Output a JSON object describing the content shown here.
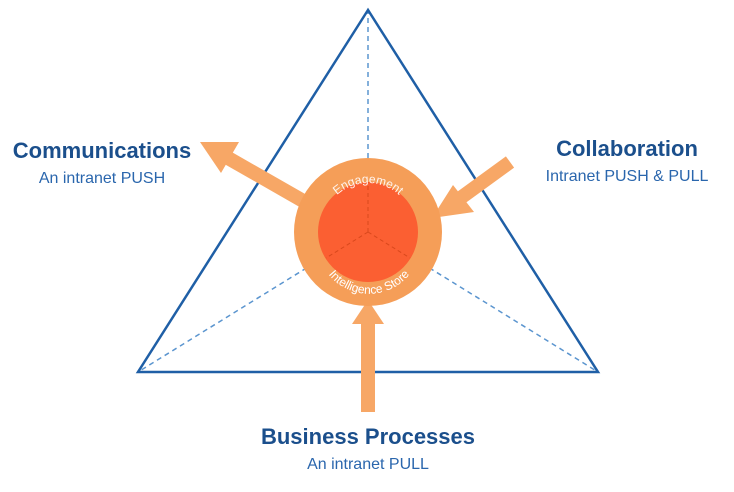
{
  "communications": {
    "title": "Communications",
    "subtitle": "An intranet PUSH"
  },
  "collaboration": {
    "title": "Collaboration",
    "subtitle": "Intranet PUSH & PULL"
  },
  "business": {
    "title": "Business Processes",
    "subtitle": "An intranet PULL"
  },
  "core": {
    "top_label": "Engagement",
    "bottom_label": "Intelligence Store"
  },
  "colors": {
    "triangle": "#1f5fa6",
    "dashed": "#5b95cf",
    "arrow": "#f7a766",
    "outer_ring": "#f59e58",
    "inner_core": "#fb5f32",
    "title_text": "#1b4f8c"
  }
}
